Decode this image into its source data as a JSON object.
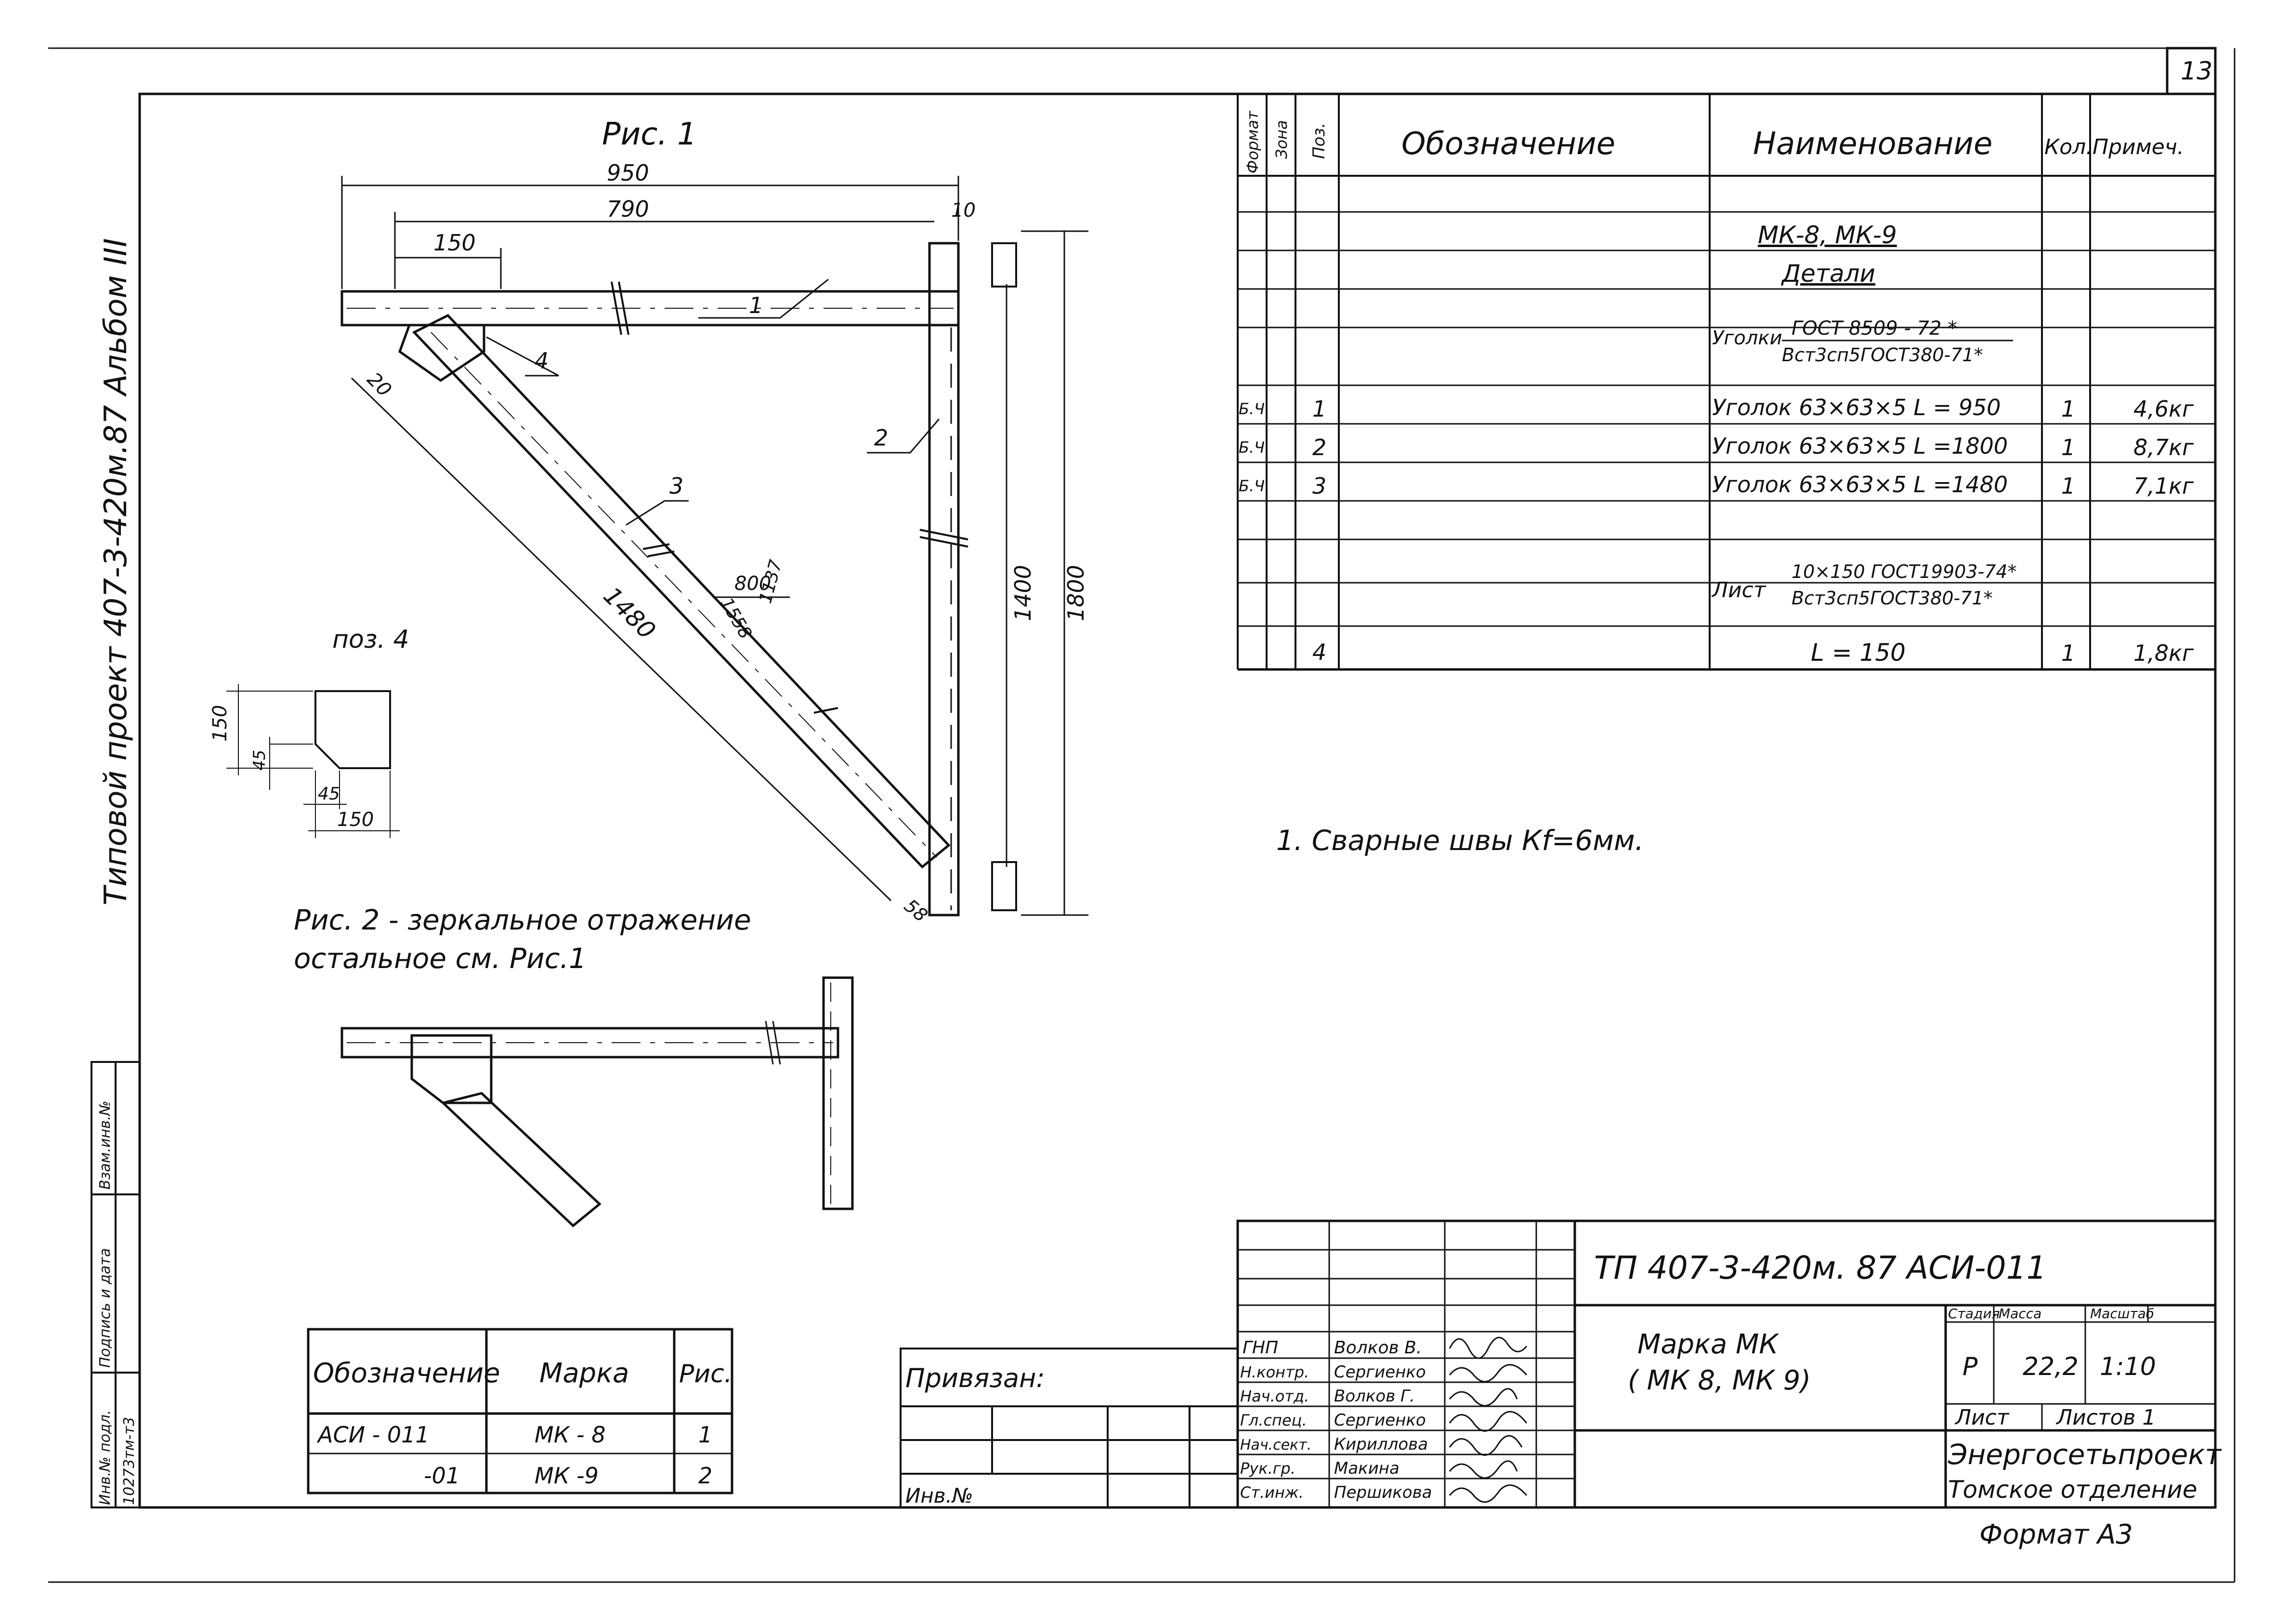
{
  "page_number": "13",
  "side": {
    "album": "Типовой проект 407-3-420м.87 Альбом III",
    "inv_podl": "Инв.№ подл.",
    "podpis_data": "Подпись и дата",
    "vzam_inv": "Взам.инв.№",
    "inv_value": "10273тм-т3"
  },
  "figure1": {
    "caption": "Рис. 1",
    "dims": {
      "d950": "950",
      "d790": "790",
      "d150": "150",
      "d10": "10",
      "d20": "20",
      "d1480": "1480",
      "d800": "800",
      "d1558": "1558",
      "d1137": "1137",
      "d1400": "1400",
      "d1800": "1800",
      "d58": "58"
    },
    "leaders": {
      "p1": "1",
      "p2": "2",
      "p3": "3",
      "p4": "4"
    }
  },
  "pos4": {
    "title": "поз. 4",
    "d150v": "150",
    "d45v": "45",
    "d45h": "45",
    "d150h": "150"
  },
  "figure2": {
    "caption_line1": "Рис. 2 - зеркальное отражение",
    "caption_line2": "остальное  см.  Рис.1"
  },
  "note": "1.  Сварные  швы  Кf=6мм.",
  "spec": {
    "headers": {
      "format": "Формат",
      "zone": "Зона",
      "pos": "Поз.",
      "designation": "Обозначение",
      "name": "Наименование",
      "qty": "Кол.",
      "note": "Примеч."
    },
    "rows": [
      {
        "format": "",
        "pos": "",
        "name": "",
        "qty": "",
        "note": ""
      },
      {
        "format": "",
        "pos": "",
        "name": "МК-8,  МК-9",
        "qty": "",
        "note": ""
      },
      {
        "format": "",
        "pos": "",
        "name": "Детали",
        "qty": "",
        "note": ""
      },
      {
        "format": "",
        "pos": "",
        "name_prefix": "Уголки",
        "name_top": "ГОСТ 8509 - 72 *",
        "name_bottom": "Вст3сп5ГОСТ380-71*",
        "qty": "",
        "note": ""
      },
      {
        "format": "Б.Ч.",
        "pos": "1",
        "name": "Уголок  63×63×5    L = 950",
        "qty": "1",
        "note": "4,6кг"
      },
      {
        "format": "Б.Ч.",
        "pos": "2",
        "name": "Уголок  63×63×5   L =1800",
        "qty": "1",
        "note": "8,7кг"
      },
      {
        "format": "Б.Ч.",
        "pos": "3",
        "name": "Уголок  63×63×5   L =1480",
        "qty": "1",
        "note": "7,1кг"
      },
      {
        "format": "",
        "pos": "",
        "name": "",
        "qty": "",
        "note": ""
      },
      {
        "format": "",
        "pos": "",
        "name_prefix": "Лист",
        "name_top": "10×150 ГОСТ19903-74*",
        "name_bottom": "Вст3сп5ГОСТ380-71*",
        "qty": "",
        "note": ""
      },
      {
        "format": "",
        "pos": "4",
        "name": "L = 150",
        "qty": "1",
        "note": "1,8кг"
      }
    ]
  },
  "marks_table": {
    "headers": {
      "designation": "Обозначение",
      "mark": "Марка",
      "fig": "Рис."
    },
    "rows": [
      {
        "designation": "АСИ - 011",
        "mark": "МК - 8",
        "fig": "1"
      },
      {
        "designation": "-01",
        "mark": "МК -9",
        "fig": "2"
      }
    ]
  },
  "privyazan": {
    "label": "Привязан:",
    "inv": "Инв.№"
  },
  "title_block": {
    "code": "ТП 407-3-420м. 87    АСИ-011",
    "name_line1": "Марка  МК",
    "name_line2": "( МК 8,  МК 9)",
    "stage_label": "Стадия",
    "mass_label": "Масса",
    "scale_label": "Масштаб",
    "stage": "Р",
    "mass": "22,2",
    "scale": "1:10",
    "sheet_label": "Лист",
    "sheets_label": "Листов 1",
    "org_line1": "Энергосетьпроект",
    "org_line2": "Томское  отделение",
    "people": [
      {
        "role": "ГНП",
        "name": "Волков В."
      },
      {
        "role": "Н.контр.",
        "name": "Сергиенко"
      },
      {
        "role": "Нач.отд.",
        "name": "Волков Г."
      },
      {
        "role": "Гл.спец.",
        "name": "Сергиенко"
      },
      {
        "role": "Нач.сект.",
        "name": "Кириллова"
      },
      {
        "role": "Рук.гр.",
        "name": "Макина"
      },
      {
        "role": "Ст.инж.",
        "name": "Першикова"
      }
    ]
  },
  "format_label": "Формат  А3"
}
